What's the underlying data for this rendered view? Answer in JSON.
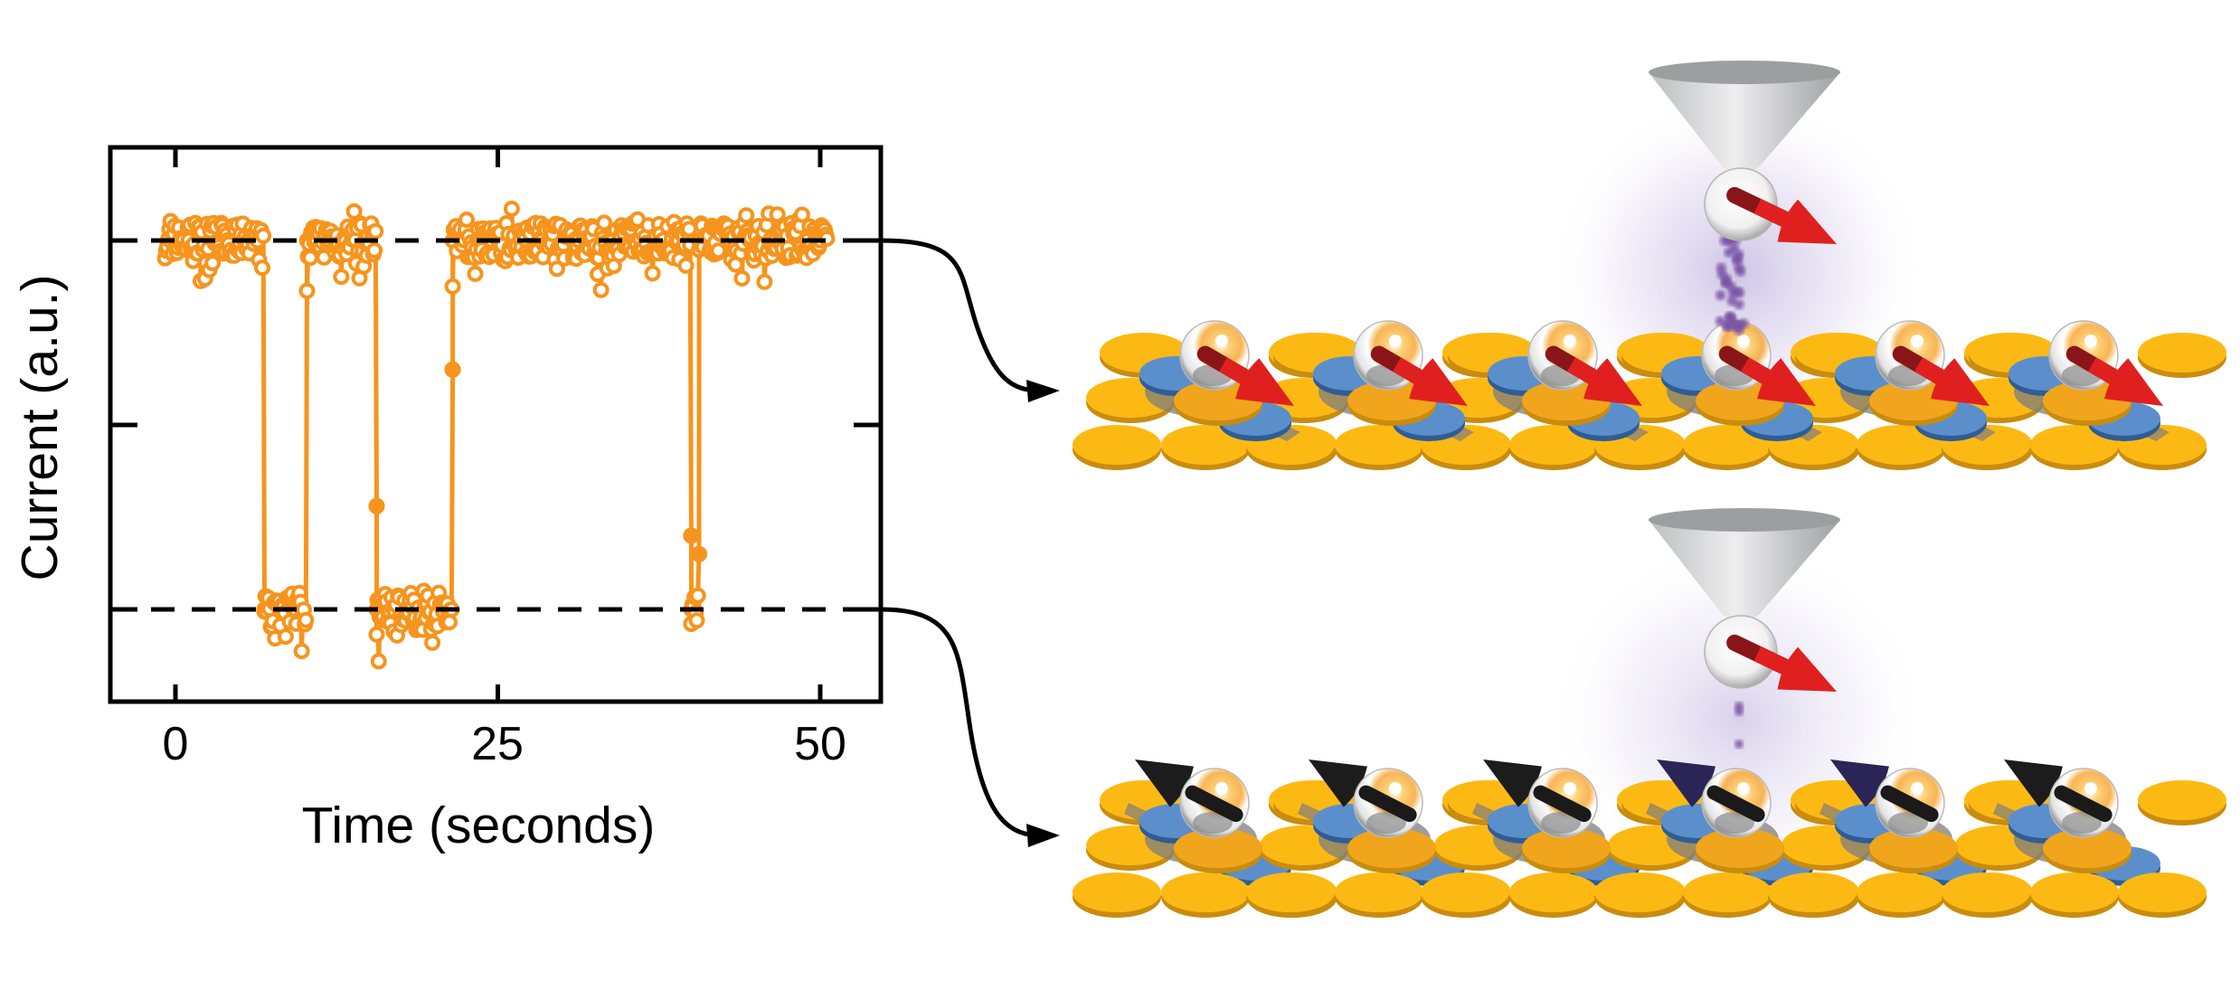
{
  "figure": {
    "description": "Telegraph-noise tunneling current trace with schematic of STM tip over magnetic atom chain in two spin states"
  },
  "colors": {
    "trace": "#f7941d",
    "axis": "#000000",
    "surface_yellow": "#fdb913",
    "surface_blue": "#5b8fcc",
    "spin_up_arrow": "#e0201f",
    "spin_flipped_arrow": "#0a0a0a",
    "spin_flipped_arrow_near_tip": "#2b2456",
    "tunnel_electrons": "#7b52a6",
    "tip": "#c8c9ca"
  },
  "chart_data": {
    "type": "line",
    "title": "",
    "xlabel": "Time (seconds)",
    "ylabel": "Current (a.u.)",
    "xlim": [
      -3.5,
      55.5
    ],
    "ylim": [
      -0.25,
      1.25
    ],
    "x_ticks": [
      0,
      25,
      50
    ],
    "x_tick_labels": [
      "0",
      "25",
      "50"
    ],
    "y_ticks": [
      0,
      0.5,
      1
    ],
    "y_tick_labels": [
      "",
      "",
      ""
    ],
    "grid": false,
    "legend": null,
    "reference_lines": [
      {
        "name": "high-current-level",
        "y": 1.0,
        "style": "dashed"
      },
      {
        "name": "low-current-level",
        "y": 0.0,
        "style": "dashed"
      }
    ],
    "series": [
      {
        "name": "tunneling-current",
        "marker": "open-circle",
        "states": [
          {
            "t_start": -0.8,
            "t_end": 6.9,
            "level": 1.0
          },
          {
            "t_start": 6.9,
            "t_end": 10.2,
            "level": 0.0
          },
          {
            "t_start": 10.2,
            "t_end": 15.6,
            "level": 1.0
          },
          {
            "t_start": 15.6,
            "t_end": 21.5,
            "level": 0.0
          },
          {
            "t_start": 21.5,
            "t_end": 40.0,
            "level": 1.0
          },
          {
            "t_start": 40.0,
            "t_end": 40.6,
            "level": 0.0
          },
          {
            "t_start": 40.6,
            "t_end": 50.6,
            "level": 1.0
          }
        ],
        "transition_points": [
          {
            "t": 15.6,
            "y": 0.28
          },
          {
            "t": 21.5,
            "y": 0.65
          },
          {
            "t": 40.0,
            "y": 0.2
          },
          {
            "t": 40.6,
            "y": 0.15
          }
        ],
        "noise_amplitude": 0.08
      }
    ]
  },
  "illustration": {
    "panels": [
      {
        "name": "high-current-state",
        "linked_level": "high-current-level",
        "atoms": 6,
        "atom_spin": "aligned-with-tip",
        "tip_spin": "down-right",
        "tunnel_electron_density": "high"
      },
      {
        "name": "low-current-state",
        "linked_level": "low-current-level",
        "atoms": 6,
        "atom_spin": "antialigned-with-tip",
        "tip_spin": "down-right",
        "tunnel_electron_density": "low"
      }
    ]
  }
}
